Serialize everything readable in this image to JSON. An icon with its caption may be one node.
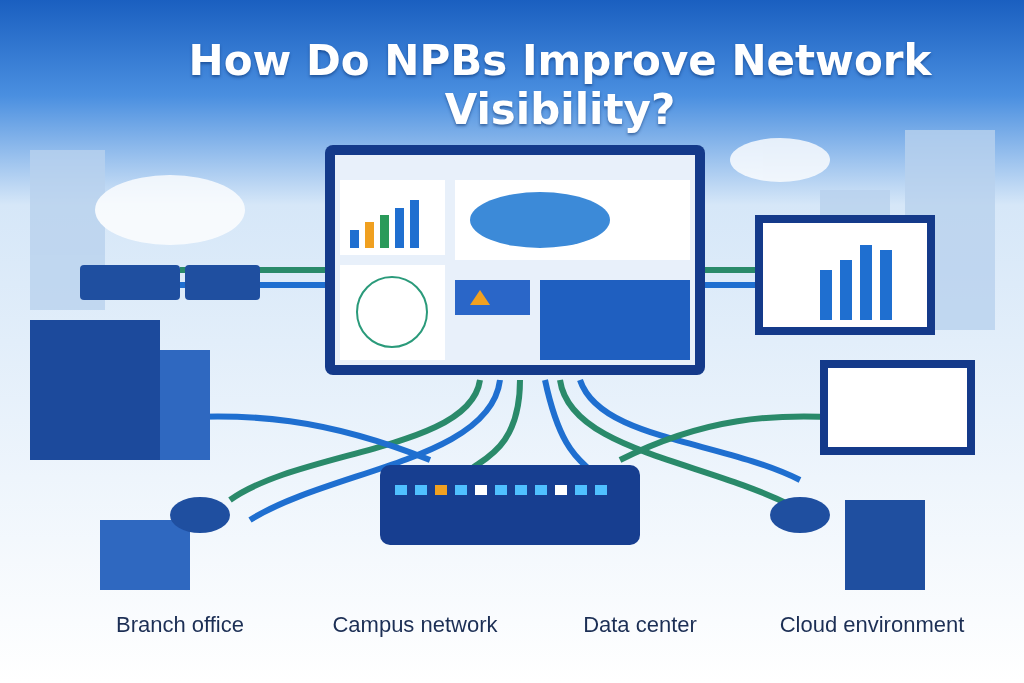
{
  "diagram": {
    "title": "How Do NPBs Improve Network Visibility?",
    "labels": [
      "Branch office",
      "Campus network",
      "Data center",
      "Cloud environment"
    ]
  }
}
